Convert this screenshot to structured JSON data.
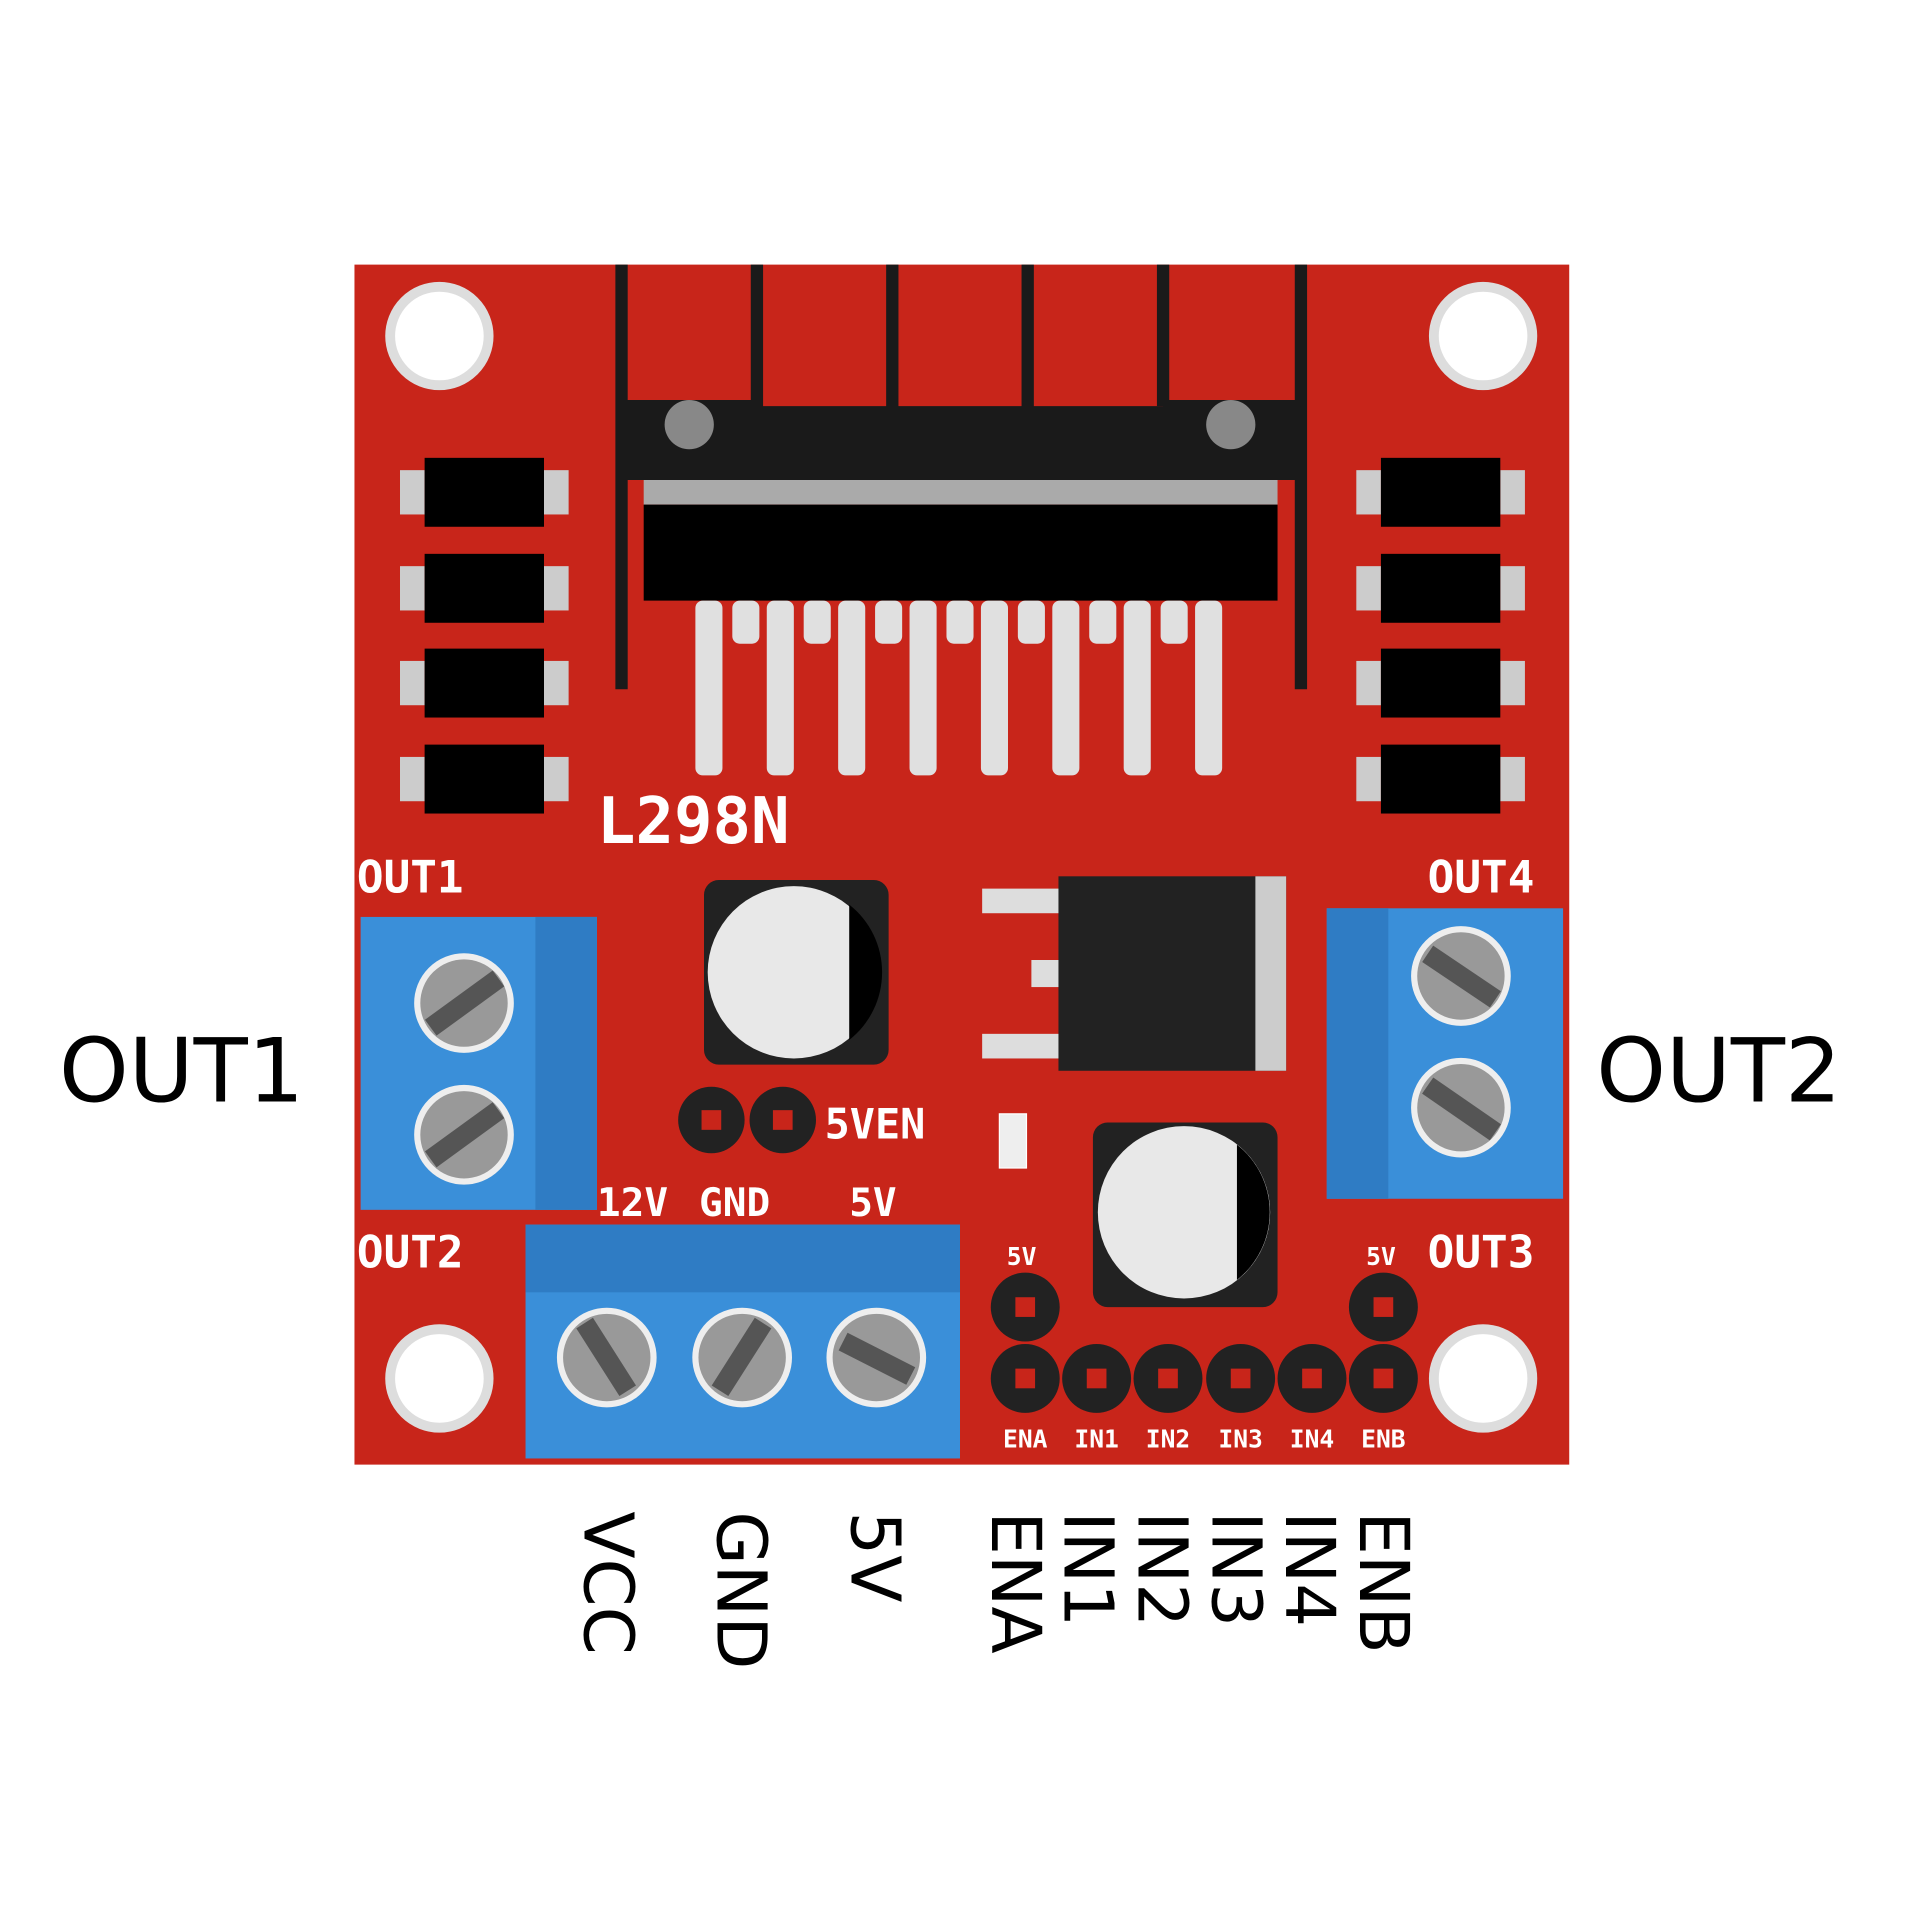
{
  "board": {
    "chip_label": "L298N",
    "silk": {
      "out1": "OUT1",
      "out2": "OUT2",
      "out3": "OUT3",
      "out4": "OUT4",
      "v12": "12V",
      "gnd": "GND",
      "v5": "5V",
      "sven": "5VEN",
      "v5_left": "5V",
      "v5_right": "5V",
      "pins": [
        "ENA",
        "IN1",
        "IN2",
        "IN3",
        "IN4",
        "ENB"
      ]
    },
    "colors": {
      "pcb": "#c8251a",
      "terminal": "#3a8fd9",
      "chip": "#000000"
    }
  },
  "callouts": {
    "left": "OUT1",
    "right": "OUT2",
    "bottom": [
      "VCC",
      "GND",
      "5V",
      "ENA",
      "IN1",
      "IN2",
      "IN3",
      "IN4",
      "ENB"
    ]
  }
}
